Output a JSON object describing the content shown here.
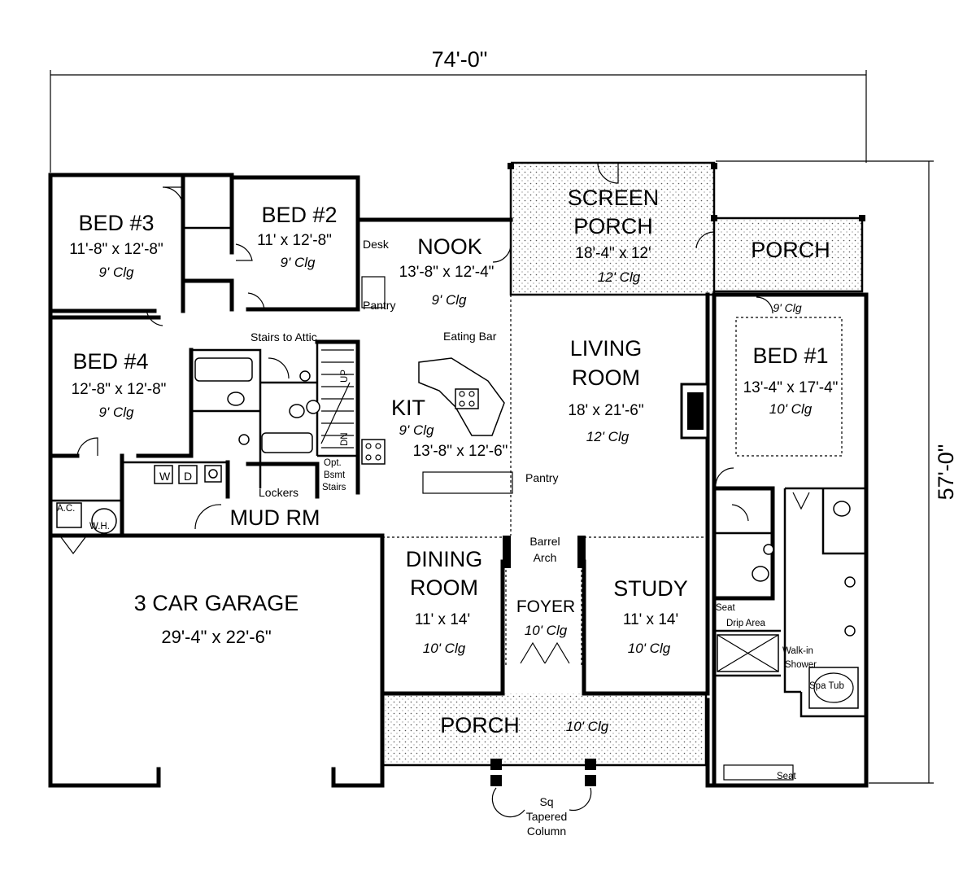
{
  "dimensions": {
    "width": "74'-0\"",
    "depth": "57'-0\""
  },
  "rooms": {
    "bed3": {
      "name": "BED #3",
      "size": "11'-8\" x 12'-8\"",
      "ceiling": "9' Clg"
    },
    "bed2": {
      "name": "BED #2",
      "size": "11' x 12'-8\"",
      "ceiling": "9' Clg"
    },
    "nook": {
      "name": "NOOK",
      "size": "13'-8\" x 12'-4\"",
      "ceiling": "9' Clg"
    },
    "screen_porch": {
      "name_line1": "SCREEN",
      "name_line2": "PORCH",
      "size": "18'-4\" x 12'",
      "ceiling": "12' Clg"
    },
    "porch_right": {
      "name": "PORCH"
    },
    "bed4": {
      "name": "BED #4",
      "size": "12'-8\" x 12'-8\"",
      "ceiling": "9' Clg"
    },
    "kitchen": {
      "name": "KIT",
      "size": "13'-8\" x 12'-6\"",
      "ceiling": "9' Clg"
    },
    "living": {
      "name_line1": "LIVING",
      "name_line2": "ROOM",
      "size": "18' x 21'-6\"",
      "ceiling": "12' Clg"
    },
    "bed1": {
      "name": "BED #1",
      "size": "13'-4\" x 17'-4\"",
      "ceiling": "10' Clg",
      "tray_ceiling": "9' Clg"
    },
    "mud_room": {
      "name": "MUD RM"
    },
    "garage": {
      "name": "3 CAR GARAGE",
      "size": "29'-4\" x 22'-6\""
    },
    "dining": {
      "name_line1": "DINING",
      "name_line2": "ROOM",
      "size": "11' x 14'",
      "ceiling": "10' Clg"
    },
    "foyer": {
      "name": "FOYER",
      "ceiling": "10' Clg"
    },
    "study": {
      "name": "STUDY",
      "size": "11' x 14'",
      "ceiling": "10' Clg"
    },
    "porch_front": {
      "name": "PORCH",
      "ceiling": "10' Clg"
    }
  },
  "labels": {
    "desk": "Desk",
    "pantry_nook": "Pantry",
    "eating_bar": "Eating Bar",
    "stairs_attic": "Stairs to Attic",
    "up": "UP",
    "dn": "DN",
    "opt": "Opt.",
    "bsmt": "Bsmt",
    "stairs": "Stairs",
    "pantry_kit": "Pantry",
    "lockers": "Lockers",
    "washer": "W",
    "dryer": "D",
    "ac": "A.C.",
    "wh": "W.H.",
    "barrel": "Barrel",
    "arch": "Arch",
    "seat_top": "Seat",
    "drip_area": "Drip Area",
    "walk_in": "Walk-in",
    "shower": "Shower",
    "spa_tub": "Spa Tub",
    "seat_bottom": "Seat",
    "sq": "Sq",
    "tapered": "Tapered",
    "column": "Column"
  }
}
